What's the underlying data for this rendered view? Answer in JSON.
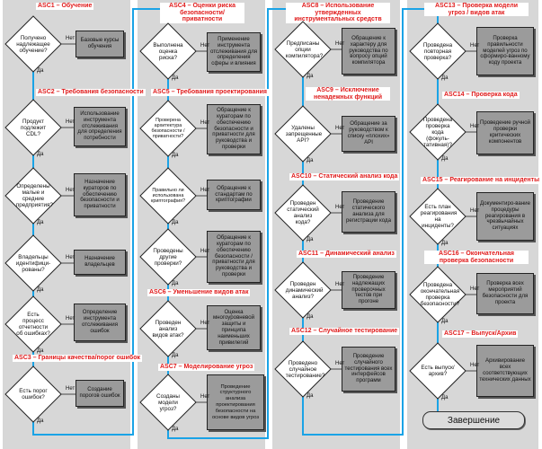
{
  "colors": {
    "column_bg": "#d7d7d7",
    "flow_line": "#1aa3e6",
    "header_text": "#e01b1b",
    "box_fill": "#9b9b9b",
    "diamond_fill": "#ffffff"
  },
  "labels": {
    "yes": "Да",
    "no": "Нет"
  },
  "headers": {
    "asc1": "ASC1 – Обучение",
    "asc2": "ASC2 – Требования безопасности",
    "asc3": "ASC3 – Границы качества/порог ошибок",
    "asc4": "ASC4 – Оценки риска безопасности/приватности",
    "asc5": "ASC5 – Требования проектирования",
    "asc6": "ASC6 – Уменьшение видов атак",
    "asc7": "ASC7 – Моделирование угроз",
    "asc8": "ASC8 – Использование утвержденных инструментальных средств",
    "asc9": "ASC9 – Исключение ненадежных функций",
    "asc10": "ASC10 – Статический анализ кода",
    "asc11": "ASC11 – Динамический анализ",
    "asc12": "ASC12 – Случайное тестирование",
    "asc13": "ASC13 – Проверка модели угроз / видов атак",
    "asc14": "ASC14 – Проверка кода",
    "asc15": "ASC15 – Реагирование на инциденты",
    "asc16": "ASC16 – Окончательная проверка безопасности",
    "asc17": "ASC17 – Выпуск/Архив"
  },
  "decisions": {
    "d1": "Получено надлежащее обучение?",
    "d2": "Продукт подлежит CDL?",
    "d3": "Определены малые и средние предприятия?",
    "d4": "Владельцы идентифици-рованы?",
    "d5": "Есть процесс отчетности об ошибках?",
    "d6": "Есть порог ошибок?",
    "d7": "Выполнена оценка риска?",
    "d8": "Проверена архитектура безопасности / приватности?",
    "d9": "Правильно ли использована криптография?",
    "d10": "Проведены другие проверки?",
    "d11": "Проведен анализ видов атак?",
    "d12": "Созданы модели угроз?",
    "d13": "Предписаны опции компилятора?",
    "d14": "Удалены запрещенные API?",
    "d15": "Проведен статический анализ кода?",
    "d16": "Проведен динамический анализ?",
    "d17": "Проведено случайное тестирование?",
    "d18": "Проведена повторная проверка?",
    "d19": "Проведена проверка кода (фокуль-тативная)?",
    "d20": "Есть план реагирования на инциденты?",
    "d21": "Проведена окончательная проверка безопасности?",
    "d22": "Есть выпуск/архив?"
  },
  "actions": {
    "a1": "Базовые курсы обучения",
    "a2": "Использование инструмента отслеживания для определения потребности",
    "a3": "Назначение кураторов по обеспечению безопасности и приватности",
    "a4": "Назначение владельцев",
    "a5": "Определение инструмента отслеживания ошибок",
    "a6": "Создание порогов ошибок",
    "a7": "Применение инструмента отслеживания для определения сферы и влияния",
    "a8": "Обращение к кураторам по обеспечению безопасности и приватности для руководства и проверки",
    "a9": "Обращение к стандартам по криптографии",
    "a10": "Обращение к кураторам по обеспечению безопасности / приватности для руководства и проверки",
    "a11": "Оценка многоуровневой защиты и принципа наименьших привилегий",
    "a12": "Проведение структурного анализа проектирования безопасности на основе видов угроз",
    "a13": "Обращение к характеру для руководства по вопросу опций компилятора",
    "a14": "Обращение за руководством к списку «плохих» API",
    "a15": "Проведение статического анализа для регистрации кода",
    "a16": "Проведение надлежащих проверочных тестов при прогоне",
    "a17": "Проведение случайного тестирования всех интерфейсов программ",
    "a18": "Проверка правильности моделей угроз по сформиро-ванному коду проекта",
    "a19": "Проведение ручной проверки критических компонентов",
    "a20": "Документиро-вание процедуры реагирования в чрезвычайных ситуациях",
    "a21": "Проверка всех мероприятий безопасности для проекта",
    "a22": "Архивирование всех соответствующих технических данных"
  },
  "end": "Завершение"
}
